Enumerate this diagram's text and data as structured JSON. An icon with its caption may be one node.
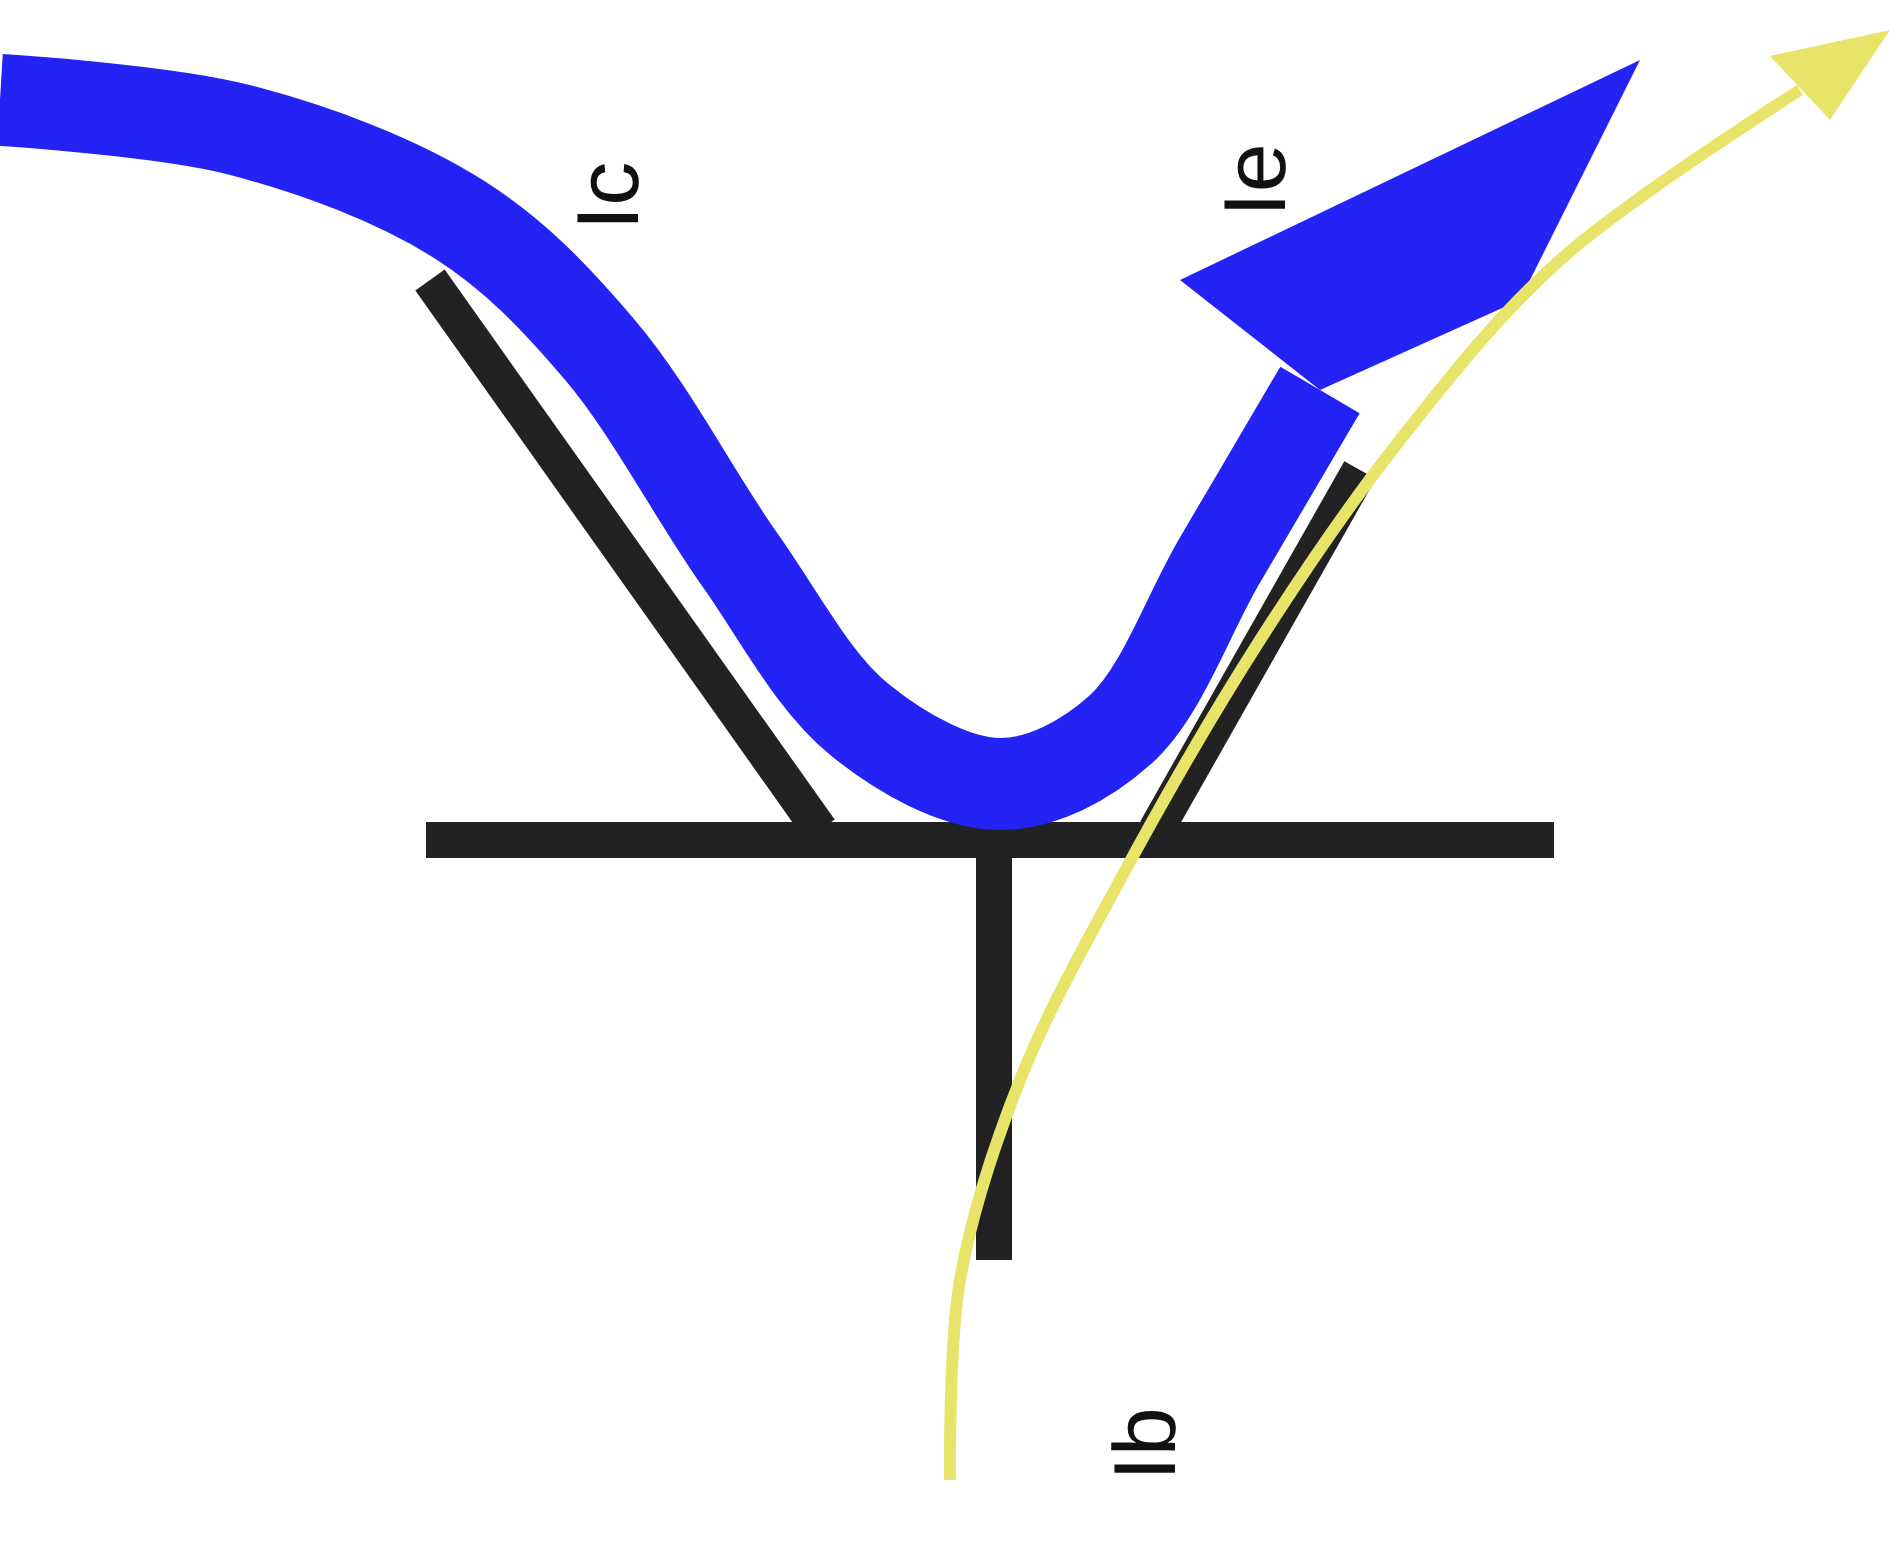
{
  "diagram": {
    "labels": [
      "Ic",
      "Ie",
      "Ib"
    ]
  }
}
